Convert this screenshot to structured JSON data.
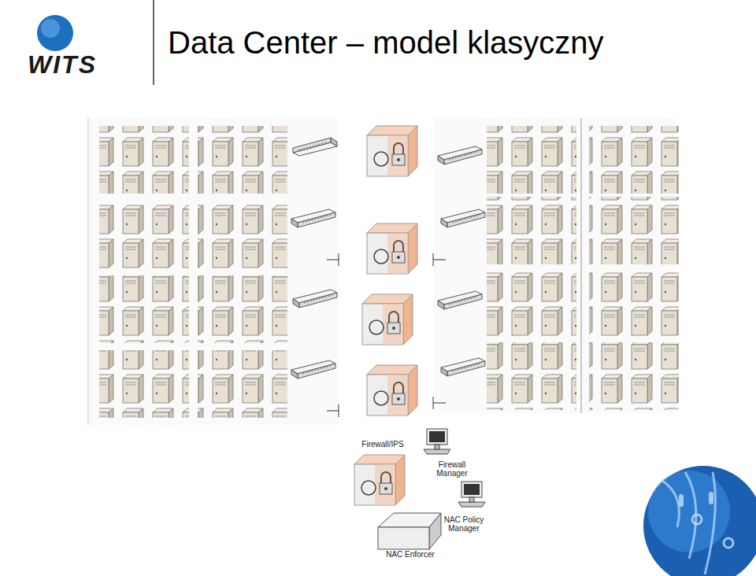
{
  "diagram": {
    "title": "Data Center – model klasyczny",
    "labels": [
      "WITS",
      "Firewall/IPS",
      "Firewall Manager",
      "NAC Policy Manager",
      "NAC Enforcer"
    ]
  }
}
